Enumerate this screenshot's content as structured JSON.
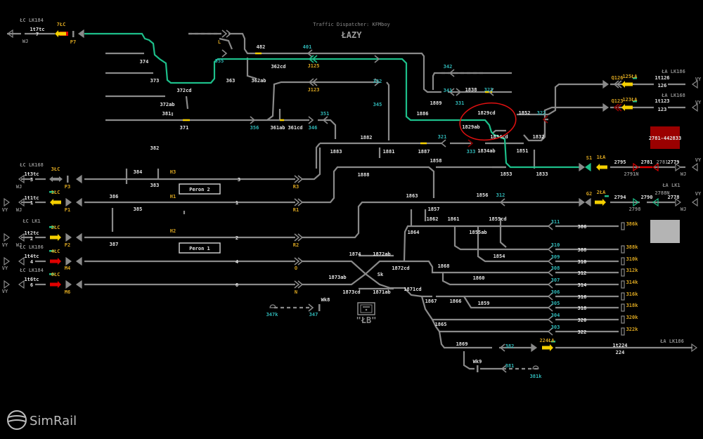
{
  "header": {
    "dispatcher": "Traffic Dispatcher: KFMboy",
    "station": "ŁAZY"
  },
  "platforms": {
    "peron2": "Peron 2",
    "peron1": "Peron 1"
  },
  "train_box": {
    "label": "2781-442833",
    "color": "#9b0000"
  },
  "control_box": {
    "label": "\"ŁB\""
  },
  "logo": {
    "text": "SimRail"
  },
  "colors": {
    "track": "#8a8a8a",
    "route_set": "#1dbf8a",
    "occupied": "#e00000",
    "signal_caution": "#f5d000",
    "signal_stop": "#e00000",
    "signal_dark": "#8b0000",
    "annotation_circle": "#e01010"
  },
  "labels": {
    "lc184a": "ŁC LK184",
    "t7a": "1t7tc",
    "t7b": "7",
    "wj7": "WJ",
    "s7lc": "7ŁC",
    "p7": "P7",
    "l374": "374",
    "l373": "373",
    "l372cd": "372cd",
    "l372ab": "372ab",
    "l381": "381",
    "l371": "371",
    "l382": "382",
    "l363": "363",
    "l362ab": "362ab",
    "l362cd": "362cd",
    "l355": "355",
    "lL": "L",
    "l482": "482",
    "l401": "401",
    "j125": "J125",
    "l332": "332",
    "j123": "J123",
    "l345": "345",
    "l356": "356",
    "l361ab": "361ab",
    "l361cd": "361cd",
    "l346": "346",
    "l351": "351",
    "l1882": "1882",
    "l1883": "1883",
    "l1881": "1881",
    "l1887": "1887",
    "l321": "321",
    "l333": "333",
    "l1886": "1886",
    "l1889": "1889",
    "l331": "331",
    "l341": "341",
    "l342": "342",
    "l1838": "1838",
    "l323": "323",
    "l1829cd": "1829cd",
    "l1829ab": "1829ab",
    "l1834cd": "1834cd",
    "l1834ab": "1834ab",
    "l1852": "1852",
    "l322s": "322",
    "l1832": "1832",
    "l1851": "1851",
    "l1853": "1853",
    "l1833": "1833",
    "l1858": "1858",
    "l1888": "1888",
    "la186a": "ŁA LK186",
    "vy126": "VY",
    "t126a": "1t126",
    "t126b": "126",
    "q126": "Q126",
    "s125la": "125ŁA",
    "la168": "ŁA LK168",
    "vy123": "VY",
    "t123a": "1t123",
    "t123b": "123",
    "q123": "Q123",
    "s123la": "123ŁA",
    "s1": "S1",
    "s1la": "1ŁA",
    "b2795": "2795",
    "b2791n": "2791N",
    "b2781": "2781",
    "b2781g": "2781",
    "b2779": "2779",
    "vyS1": "VY",
    "wjS1": "WJ",
    "la1": "ŁA LK1",
    "g2": "G2",
    "s2la": "2ŁA",
    "b2794": "2794",
    "b2798": "2798",
    "b2790": "2790",
    "b2788n": "2788N",
    "b2778": "2778",
    "vyG2": "VY",
    "wjG2": "WJ",
    "l1856": "1856",
    "l312s": "312",
    "l1863": "1863",
    "l1857": "1857",
    "l1862": "1862",
    "l1861": "1861",
    "l1855cd": "1855cd",
    "l1864": "1864",
    "l1855ab": "1855ab",
    "l1854": "1854",
    "l1868": "1868",
    "l1860": "1860",
    "l1859": "1859",
    "l1867": "1867",
    "l1866": "1866",
    "l1865": "1865",
    "l1869": "1869",
    "l1874": "1874",
    "l1872ab": "1872ab",
    "l1872cd": "1872cd",
    "sk": "Sk",
    "l1873ab": "1873ab",
    "l1873cd": "1873cd",
    "l1871ab": "1871ab",
    "l1871cd": "1871cd",
    "wk8": "Wk8",
    "l347k": "347k",
    "l347": "347",
    "wk9": "Wk9",
    "l382s": "382",
    "l381s": "381",
    "l381k": "381k",
    "s224la": "224ŁA",
    "t224a": "1t224",
    "t224b": "224",
    "la186b": "ŁA LK186",
    "lc168": "ŁC LK168",
    "t3a": "1t3tc",
    "t3b": "3",
    "wj3": "WJ",
    "s3lc": "3ŁC",
    "p3": "P3",
    "l384": "384",
    "h3": "H3",
    "l383": "383",
    "t1a": "1t1tc",
    "t1b": "1",
    "vy1": "VY",
    "wj1": "WJ",
    "s1lc": "1ŁC",
    "p1": "P1",
    "l386": "386",
    "h1": "H1",
    "l385": "385",
    "lc1": "ŁC LK1",
    "t2a": "1t2tc",
    "t2b": "2",
    "vy2": "VY",
    "wj2": "WJ",
    "s2lc": "2ŁC",
    "p2": "P2",
    "h2": "H2",
    "l387": "387",
    "lc186": "ŁC LK186",
    "t4a": "1t4tc",
    "t4b": "4",
    "vy4": "VY",
    "s4lc": "4ŁC",
    "m4": "M4",
    "lc184b": "ŁC LK184",
    "t6a": "1t6tc",
    "t6b": "6",
    "vy6": "VY",
    "s6lc": "6ŁC",
    "m6": "M6",
    "tr3": "3",
    "tr1": "1",
    "tr2": "2",
    "tr4": "4",
    "tr6": "6",
    "r3": "R3",
    "r1": "R1",
    "r2": "R2",
    "o": "O",
    "n": "N"
  },
  "sidings": [
    {
      "signal": "311",
      "track": "386",
      "end": "386k"
    },
    {
      "signal": "310",
      "track": "388",
      "end": "388k"
    },
    {
      "signal": "309",
      "track": "310",
      "end": "310k"
    },
    {
      "signal": "308",
      "track": "312",
      "end": "312k"
    },
    {
      "signal": "307",
      "track": "314",
      "end": "314k"
    },
    {
      "signal": "306",
      "track": "316",
      "end": "316k"
    },
    {
      "signal": "305",
      "track": "318",
      "end": "318k"
    },
    {
      "signal": "304",
      "track": "320",
      "end": "320k"
    },
    {
      "signal": "303",
      "track": "322",
      "end": "322k"
    }
  ]
}
